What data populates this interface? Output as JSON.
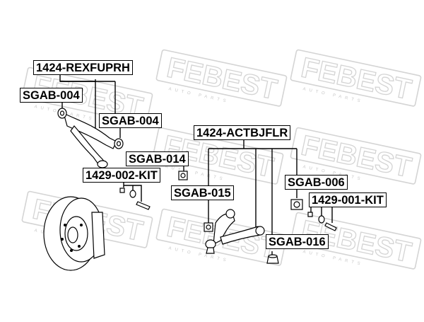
{
  "watermark": {
    "brand": "FEBEST",
    "tagline": "AUTO PARTS"
  },
  "labels": {
    "upper_arm": "1424-REXFUPRH",
    "upper_bushing_left": "SGAB-004",
    "upper_bushing_right": "SGAB-004",
    "lower_arm": "1424-ACTBJFLR",
    "lower_bushing_014": "SGAB-014",
    "bolt_kit_002": "1429-002-KIT",
    "lower_bushing_015": "SGAB-015",
    "lower_bushing_006": "SGAB-006",
    "bolt_kit_001": "1429-001-KIT",
    "lower_bushing_016": "SGAB-016"
  },
  "colors": {
    "line": "#000000",
    "watermark": "#d4d4d4",
    "part_shade": "#bdbdbd"
  }
}
